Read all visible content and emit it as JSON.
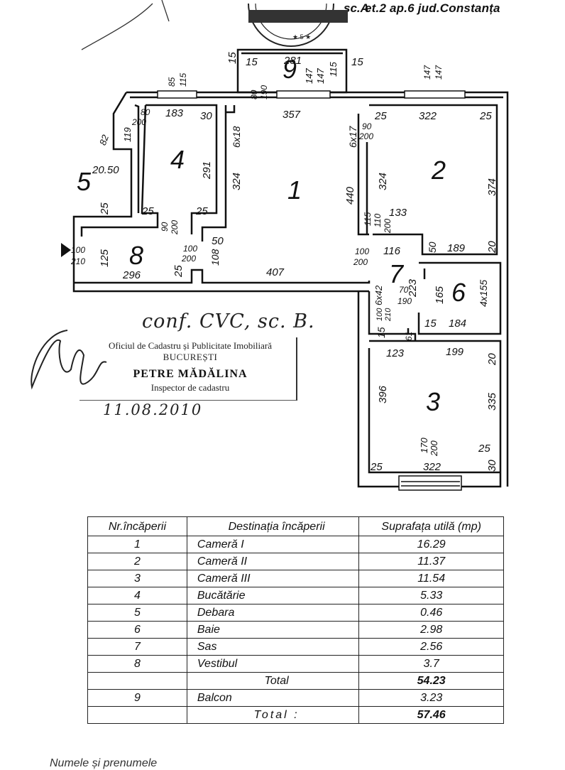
{
  "header": {
    "prefix": "sc.A",
    "address": "et.2 ap.6 jud.Constanța"
  },
  "plan": {
    "room_numbers": [
      "1",
      "2",
      "3",
      "4",
      "5",
      "6",
      "7",
      "8",
      "9"
    ],
    "dimensions": {
      "balcony_left": "15",
      "balcony_top_left": "15",
      "balcony_width": "281",
      "balcony_right": "15",
      "balcony_w1": "147",
      "balcony_w2": "147",
      "balcony_h": "115",
      "top_win_r1": "147",
      "top_win_r2": "147",
      "k_top_win1": "85",
      "k_top_win2": "115",
      "r1_door1": "80",
      "r1_door2": "190",
      "r1_top": "357",
      "r1_left": "324",
      "r1_right": "440",
      "r1_bottom": "407",
      "r1_duct_l": "6x18",
      "r1_duct_r": "6x17",
      "r2_top": "322",
      "r2_tl": "25",
      "r2_tr": "25",
      "r2_left": "324",
      "r2_right": "374",
      "r2_door1": "90",
      "r2_door2": "200",
      "r2_bottom": "189",
      "r2_b_right": "20",
      "r2_b_left": "50",
      "r2_notch": "133",
      "r4_top": "183",
      "r4_door1": "80",
      "r4_door2": "200",
      "r4_right_t": "30",
      "r4_side": "291",
      "r4_bl": "25",
      "r4_br": "25",
      "r4_door_b1": "90",
      "r4_door_b2": "200",
      "r5_a": "82",
      "r5_b": "119",
      "r5_c": "20.50",
      "r5_d": "25",
      "r8_door1": "100",
      "r8_door2": "210",
      "r8_side": "125",
      "r8_bottom": "296",
      "r8_right": "25",
      "r8_door_r1": "100",
      "r8_door_r2": "200",
      "r8_r2": "108",
      "r8_r3": "50",
      "r7_door1": "100",
      "r7_door2": "200",
      "r7_116": "116",
      "r7_223": "223",
      "r7_d1": "110",
      "r7_d2": "200",
      "r7_d3": "115",
      "r7_duct": "6x42",
      "r7_d4": "100",
      "r7_d5": "210",
      "r6_door1": "70",
      "r6_door2": "190",
      "r6_side": "165",
      "r6_duct": "4x155",
      "r6_bottom": "184",
      "r6_bl": "15",
      "r3_tl": "15",
      "r3_a": "61",
      "r3_top": "123",
      "r3_top2": "199",
      "r3_tr": "20",
      "r3_left": "396",
      "r3_right": "335",
      "r3_bl": "25",
      "r3_bottom": "322",
      "r3_br1": "25",
      "r3_br2": "30",
      "r3_win1": "170",
      "r3_win2": "200"
    }
  },
  "stamp": {
    "handwritten_note": "conf. CVC, sc. B.",
    "office": "Oficiul de Cadastru și Publicitate Imobiliară",
    "city": "BUCUREȘTI",
    "inspector_name": "PETRE MĂDĂLINA",
    "inspector_role": "Inspector de cadastru",
    "date": "11.08.2010"
  },
  "table": {
    "headers": [
      "Nr.încăperii",
      "Destinația încăperii",
      "Suprafața utilă (mp)"
    ],
    "rows": [
      {
        "nr": "1",
        "dest": "Cameră I",
        "area": "16.29"
      },
      {
        "nr": "2",
        "dest": "Cameră II",
        "area": "11.37"
      },
      {
        "nr": "3",
        "dest": "Cameră III",
        "area": "11.54"
      },
      {
        "nr": "4",
        "dest": "Bucătărie",
        "area": "5.33"
      },
      {
        "nr": "5",
        "dest": "Debara",
        "area": "0.46"
      },
      {
        "nr": "6",
        "dest": "Baie",
        "area": "2.98"
      },
      {
        "nr": "7",
        "dest": "Sas",
        "area": "2.56"
      },
      {
        "nr": "8",
        "dest": "Vestibul",
        "area": "3.7"
      }
    ],
    "subtotal_label": "Total",
    "subtotal_value": "54.23",
    "balcony_row": {
      "nr": "9",
      "dest": "Balcon",
      "area": "3.23"
    },
    "grand_total_label": "Total :",
    "grand_total_value": "57.46"
  },
  "footer": {
    "text": "Numele și prenumele"
  },
  "colors": {
    "ink": "#111111",
    "paper": "#ffffff"
  }
}
